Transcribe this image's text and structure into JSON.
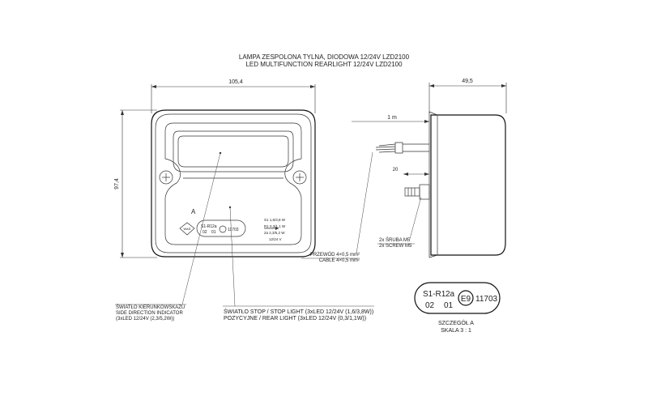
{
  "title": {
    "line1": "LAMPA ZESPOLONA TYLNA, DIODOWA 12/24V LZD2100",
    "line2": "LED MULTIFUNCTION REARLIGHT 12/24V LZD2100"
  },
  "dimensions": {
    "width": "105,4",
    "height": "97,4",
    "depth": "49,5",
    "cable_length": "1 m",
    "screw_length": "20"
  },
  "callouts": {
    "detail_label": "A",
    "cable": {
      "line1": "PRZEWÓD 4×0,5 mm²",
      "line2": "CABLE 4×0,5 mm²"
    },
    "screw": {
      "line1": "2x ŚRUBA M5",
      "line2": "2x SCREW M5"
    },
    "indicator": {
      "line1": "ŚWIATŁO KIERUNKOWSKAZU",
      "line2": "SIDE DIRECTION INDICATOR",
      "line3": "(3xLED 12/24V (2,3/5,2W))"
    },
    "stop": {
      "line1": "ŚWIATŁO STOP / STOP LIGHT (3xLED 12/24V (1,6/3,8W))",
      "line2": "POZYCYJNE  / REAR LIGHT (3xLED 12/24V (0,3/1,1W))"
    }
  },
  "lens_marking": {
    "row1_code": "S1-R1",
    "row1_class": "2a",
    "row2_code": "02",
    "row2_class": "01",
    "approval_mark": "E9",
    "approval_number": "11703",
    "logo": "WAŚ",
    "spec": {
      "s1": "S1  1,6/3,8 W",
      "r1": "R1  0,3/1,1 W",
      "2a": "2a  2,3/5,2 W",
      "voltage": "12/24 V"
    }
  },
  "detail": {
    "line1": "SZCZEGÓŁ A",
    "line2": "SKALA 3 : 1"
  }
}
